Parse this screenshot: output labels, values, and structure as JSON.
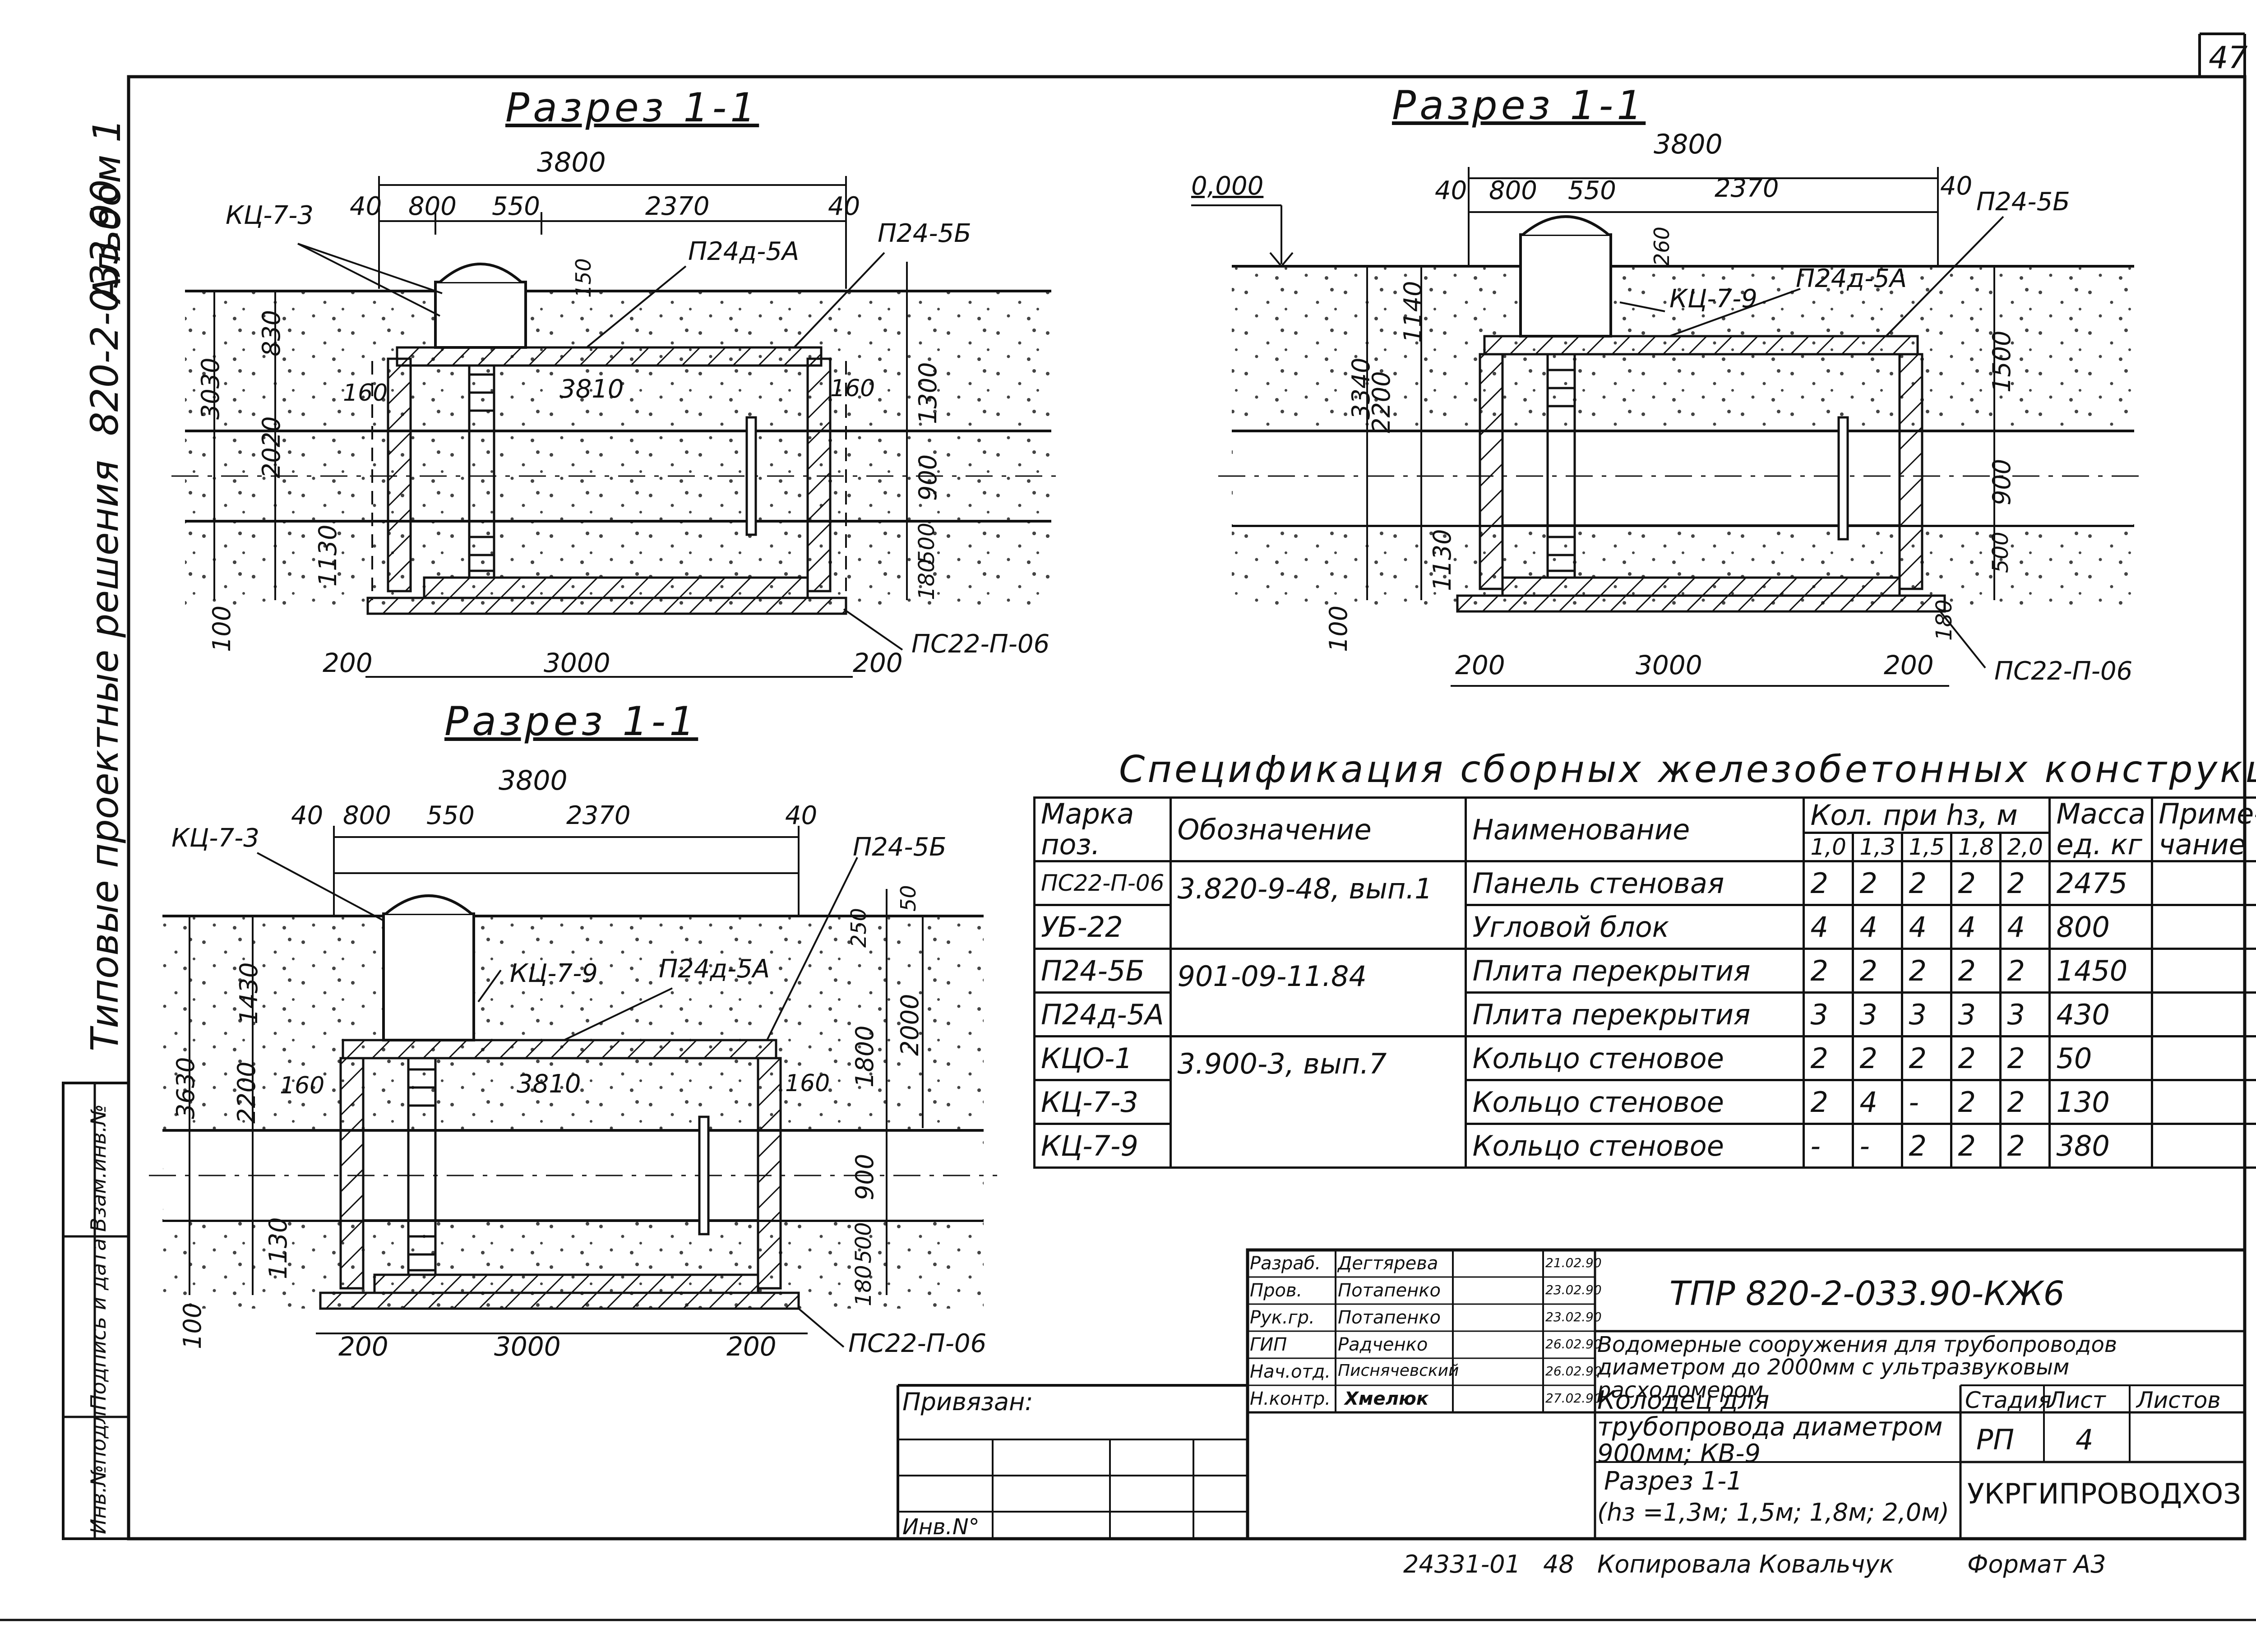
{
  "sheet_number": "47",
  "album": "Альбом 1",
  "series": "820-2-033.90",
  "series_caption": "Типовые проектные решения",
  "side_stamp": [
    "Инв.№подл.",
    "Подпись и дата",
    "Взам.инв.№"
  ],
  "sections": [
    {
      "title": "Разрез 1-1",
      "dims_top": {
        "total": "3800",
        "parts": [
          "40",
          "800",
          "550",
          "2370",
          "40"
        ]
      },
      "labels": [
        "КЦ-7-3",
        "П24д-5А",
        "П24-5Б",
        "ПС22-П-06"
      ],
      "dims_inner": [
        "3810",
        "160",
        "160"
      ],
      "dims_left": [
        "3030",
        "830",
        "2020",
        "1130",
        "100"
      ],
      "dims_right": [
        "150",
        "1300",
        "900",
        "500",
        "180"
      ],
      "dims_bottom": [
        "200",
        "3000",
        "200"
      ]
    },
    {
      "title": "Разрез 1-1",
      "level": "0,000",
      "dims_top": {
        "total": "3800",
        "parts": [
          "40",
          "800",
          "550",
          "2370",
          "40"
        ]
      },
      "labels": [
        "КЦ-7-9",
        "П24д-5А",
        "П24-5Б",
        "ПС22-П-06"
      ],
      "dims_left": [
        "3340",
        "1140",
        "2200",
        "1130",
        "100"
      ],
      "dims_right": [
        "260",
        "1500",
        "900",
        "500",
        "180"
      ],
      "dims_bottom": [
        "200",
        "3000",
        "200"
      ]
    },
    {
      "title": "Разрез 1-1",
      "dims_top": {
        "total": "3800",
        "parts": [
          "40",
          "800",
          "550",
          "2370",
          "40"
        ]
      },
      "labels": [
        "КЦ-7-3",
        "КЦ-7-9",
        "П24д-5А",
        "П24-5Б",
        "ПС22-П-06"
      ],
      "dims_inner": [
        "3810",
        "160",
        "160"
      ],
      "dims_left": [
        "3630",
        "1430",
        "2200",
        "1130",
        "100"
      ],
      "dims_right": [
        "250",
        "50",
        "1800",
        "2000",
        "900",
        "500",
        "180"
      ],
      "dims_bottom": [
        "200",
        "3000",
        "200"
      ]
    }
  ],
  "spec": {
    "title": "Спецификация сборных железобетонных конструкций",
    "headers": {
      "mark": "Марка поз.",
      "designation": "Обозначение",
      "name": "Наименование",
      "qty": "Кол. при hз, м",
      "qty_cols": [
        "1,0",
        "1,3",
        "1,5",
        "1,8",
        "2,0"
      ],
      "mass": "Масса ед. кг",
      "note": "Приме-чание"
    },
    "rows": [
      {
        "mark": "ПС22-П-06",
        "designation": "3.820-9-48, вып.1",
        "name": "Панель стеновая",
        "qty": [
          "2",
          "2",
          "2",
          "2",
          "2"
        ],
        "mass": "2475"
      },
      {
        "mark": "УБ-22",
        "designation": "",
        "name": "Угловой блок",
        "qty": [
          "4",
          "4",
          "4",
          "4",
          "4"
        ],
        "mass": "800"
      },
      {
        "mark": "П24-5Б",
        "designation": "901-09-11.84",
        "name": "Плита перекрытия",
        "qty": [
          "2",
          "2",
          "2",
          "2",
          "2"
        ],
        "mass": "1450"
      },
      {
        "mark": "П24д-5А",
        "designation": "",
        "name": "Плита перекрытия",
        "qty": [
          "3",
          "3",
          "3",
          "3",
          "3"
        ],
        "mass": "430"
      },
      {
        "mark": "КЦО-1",
        "designation": "3.900-3, вып.7",
        "name": "Кольцо стеновое",
        "qty": [
          "2",
          "2",
          "2",
          "2",
          "2"
        ],
        "mass": "50"
      },
      {
        "mark": "КЦ-7-3",
        "designation": "",
        "name": "Кольцо стеновое",
        "qty": [
          "2",
          "4",
          "-",
          "2",
          "2"
        ],
        "mass": "130"
      },
      {
        "mark": "КЦ-7-9",
        "designation": "",
        "name": "Кольцо стеновое",
        "qty": [
          "-",
          "-",
          "2",
          "2",
          "2"
        ],
        "mass": "380"
      }
    ]
  },
  "title_block": {
    "code": "ТПР 820-2-033.90-КЖ6",
    "project": "Водомерные сооружения для трубопроводов диаметром до 2000мм с ультразвуковым расходомером",
    "object": "Колодец для трубопровода диаметром 900мм; КВ-9",
    "sheet_name": "Разрез 1-1",
    "sheet_name_sub": "(hз =1,3м; 1,5м; 1,8м; 2,0м)",
    "org": "УКРГИПРОВОДХОЗ",
    "stage_label": "Стадия",
    "sheet_label": "Лист",
    "sheets_label": "Листов",
    "stage": "РП",
    "sheet": "4",
    "roles": [
      {
        "role": "Разраб.",
        "name": "Дегтярева",
        "date": "21.02.90"
      },
      {
        "role": "Пров.",
        "name": "Потапенко",
        "date": "23.02.90"
      },
      {
        "role": "Рук.гр.",
        "name": "Потапенко",
        "date": "23.02.90"
      },
      {
        "role": "ГИП",
        "name": "Радченко",
        "date": "26.02.90"
      },
      {
        "role": "Нач.отд.",
        "name": "Пиcнячевский",
        "date": "26.02.90"
      },
      {
        "role": "Н.контр.",
        "name": "Хмелюк",
        "date": "27.02.90"
      }
    ],
    "bound": "Привязан:",
    "inv": "Инв.N°"
  },
  "footer": {
    "copy_no": "24331-01",
    "page": "48",
    "copied_by": "Копировала Ковальчук",
    "format": "Формат А3"
  }
}
